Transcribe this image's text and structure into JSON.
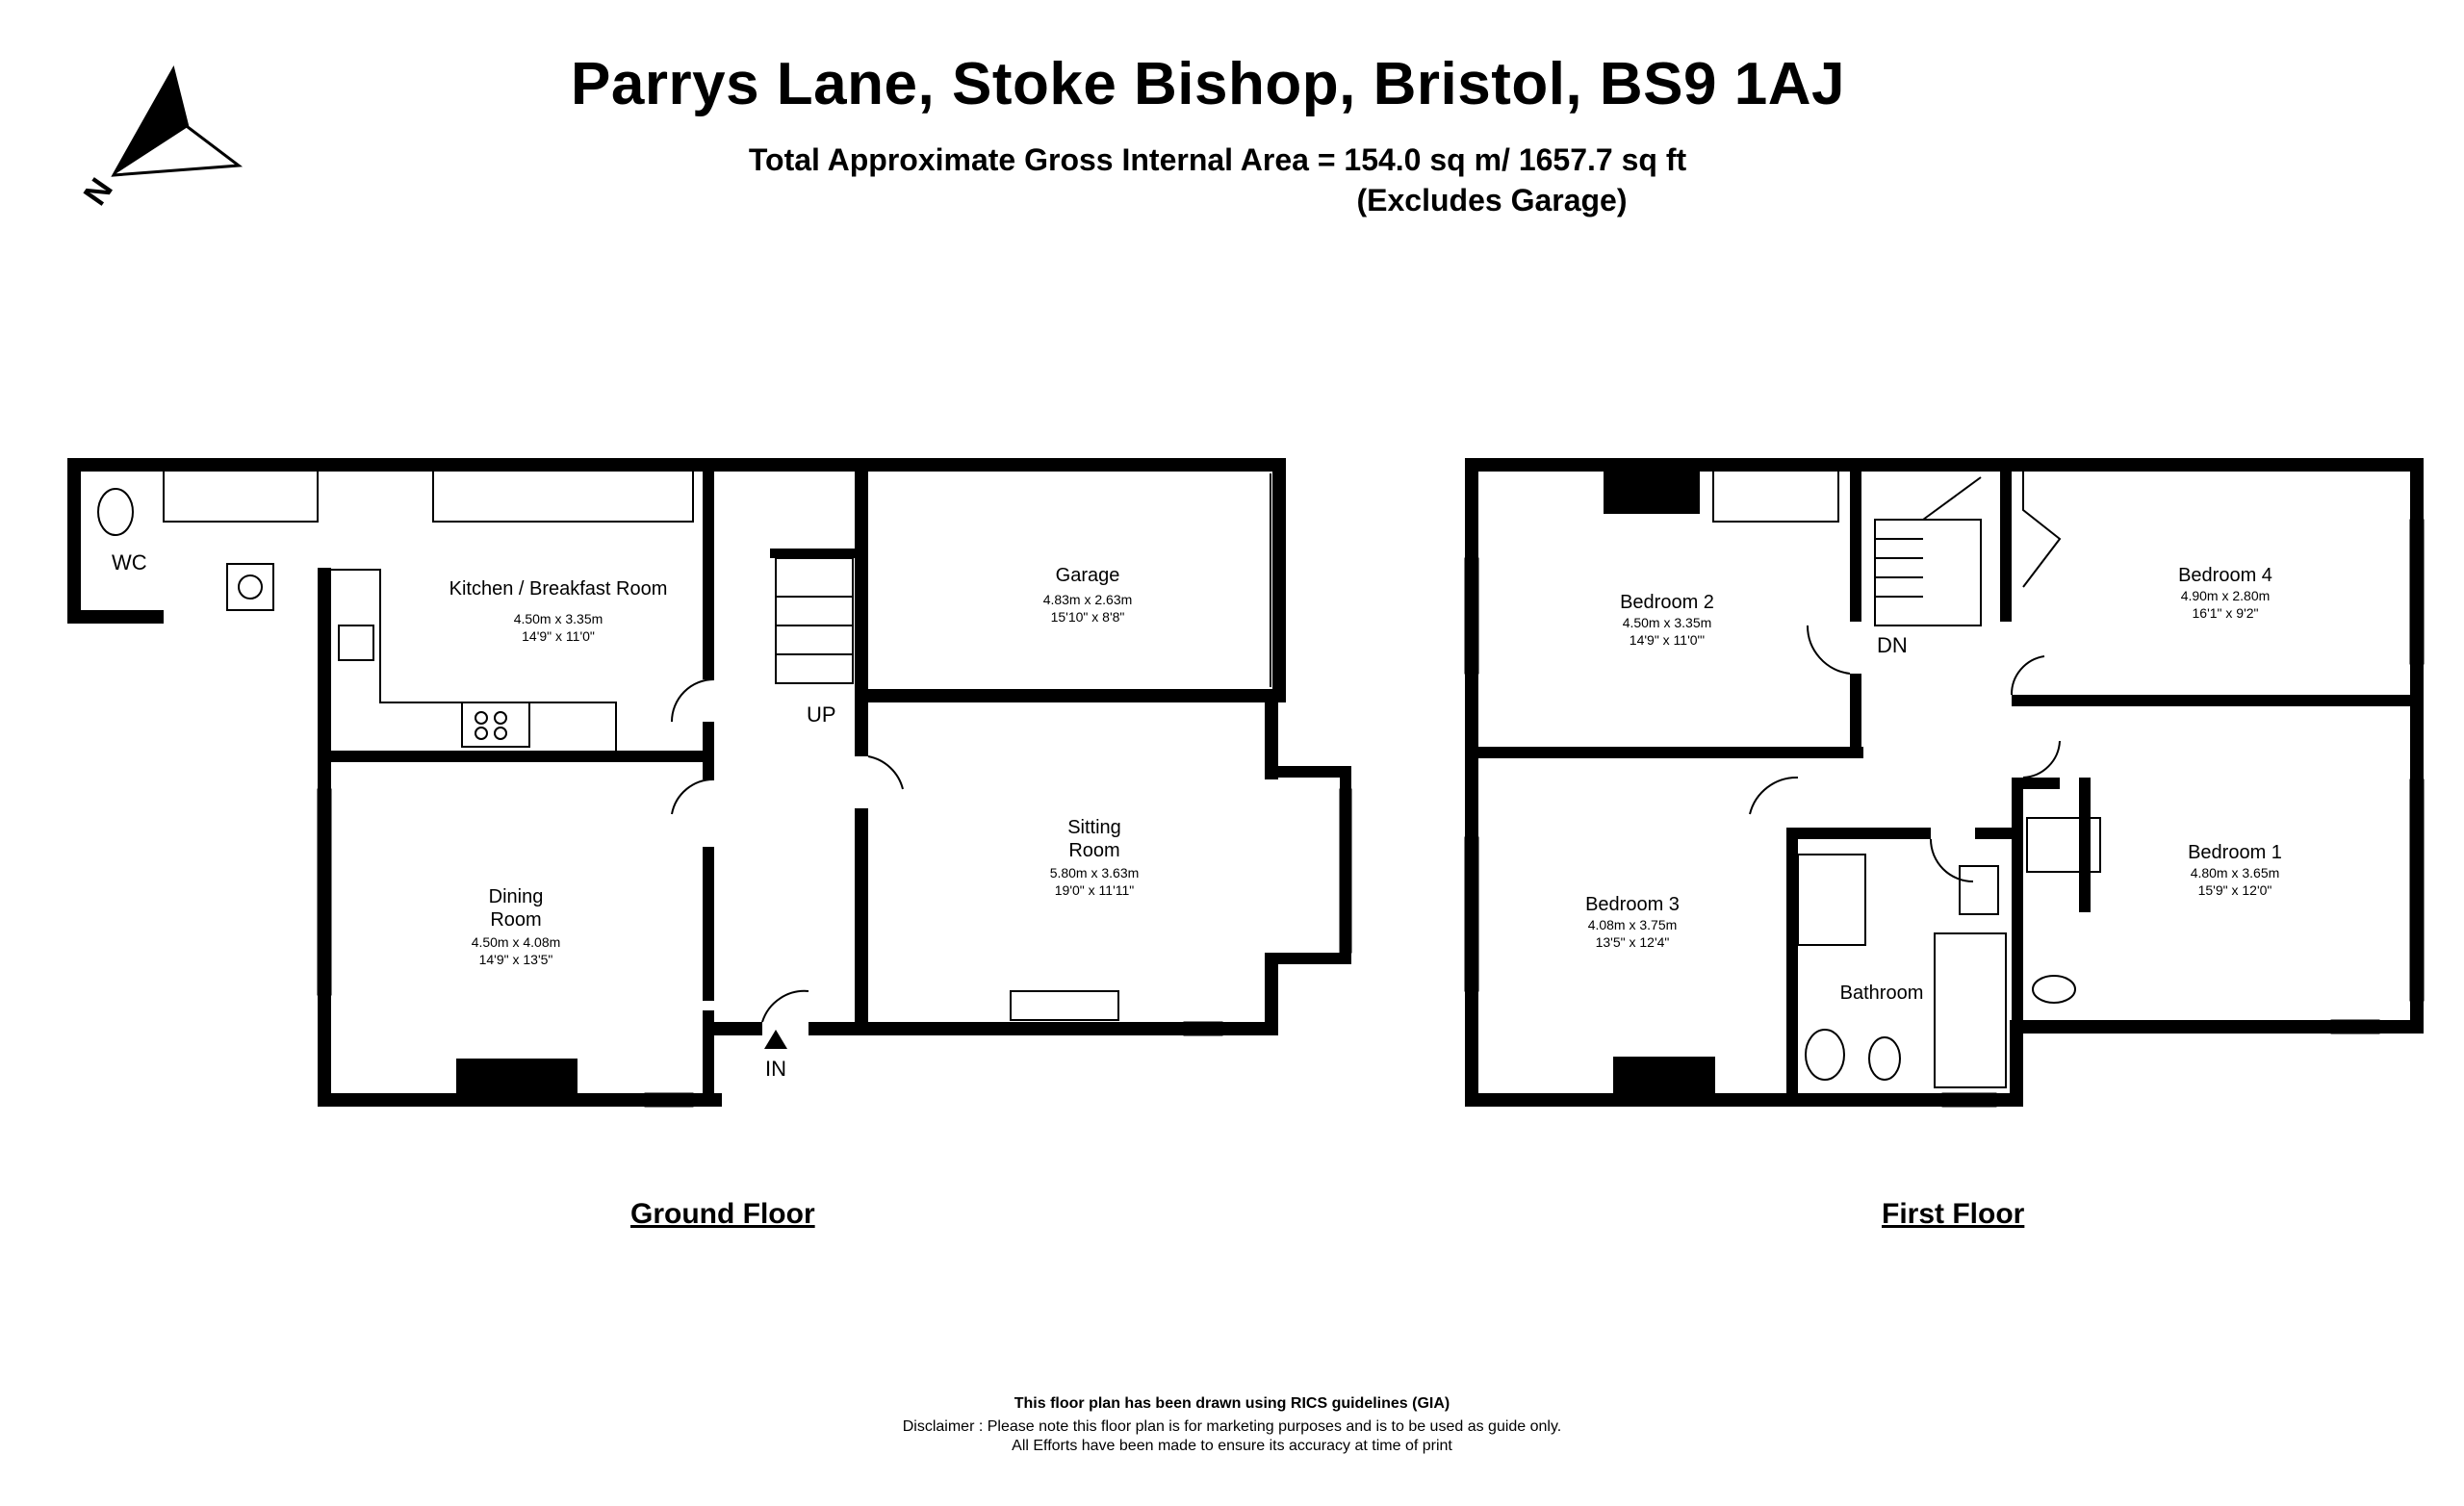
{
  "header": {
    "title": "Parrys Lane, Stoke Bishop, Bristol, BS9 1AJ",
    "area": "Total Approximate Gross Internal Area = 154.0 sq m/ 1657.7 sq ft",
    "excludes": "(Excludes Garage)"
  },
  "compass": {
    "label": "N"
  },
  "ground_floor": {
    "label": "Ground Floor",
    "wc": "WC",
    "kitchen": {
      "name": "Kitchen / Breakfast Room",
      "metric": "4.50m x 3.35m",
      "imperial": "14'9\" x 11'0\""
    },
    "garage": {
      "name": "Garage",
      "metric": "4.83m x 2.63m",
      "imperial": "15'10\" x 8'8\""
    },
    "dining": {
      "name1": "Dining",
      "name2": "Room",
      "metric": "4.50m x 4.08m",
      "imperial": "14'9\" x 13'5\""
    },
    "sitting": {
      "name1": "Sitting",
      "name2": "Room",
      "metric": "5.80m x 3.63m",
      "imperial": "19'0\" x 11'11\""
    },
    "up": "UP",
    "in": "IN"
  },
  "first_floor": {
    "label": "First Floor",
    "bedroom2": {
      "name": "Bedroom 2",
      "metric": "4.50m x 3.35m",
      "imperial": "14'9\" x 11'0\"'"
    },
    "bedroom4": {
      "name": "Bedroom 4",
      "metric": "4.90m x 2.80m",
      "imperial": "16'1\" x 9'2\""
    },
    "bedroom3": {
      "name": "Bedroom 3",
      "metric": "4.08m x 3.75m",
      "imperial": "13'5\" x 12'4\""
    },
    "bedroom1": {
      "name": "Bedroom 1",
      "metric": "4.80m x 3.65m",
      "imperial": "15'9\" x 12'0\""
    },
    "bathroom": "Bathroom",
    "dn": "DN"
  },
  "footer": {
    "line1": "This floor plan has been drawn using RICS guidelines (GIA)",
    "line2": "Disclaimer : Please note this floor plan is for marketing purposes and is to be used as guide only.",
    "line3": "All Efforts have been made to ensure its accuracy at time of print"
  }
}
